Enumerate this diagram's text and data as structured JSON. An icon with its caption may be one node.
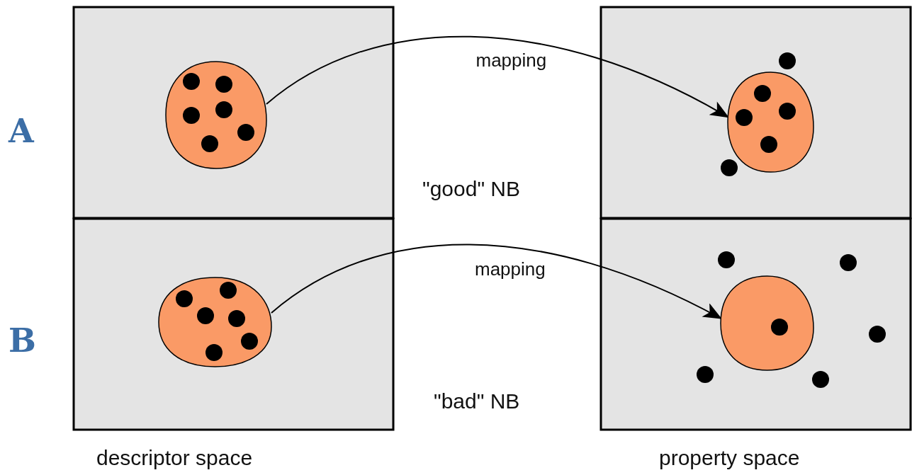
{
  "diagram": {
    "nodes": [
      {
        "text": [],
        "shape": "blob"
      },
      {
        "text": [],
        "shape": "blob"
      },
      {
        "text": [],
        "shape": "blob"
      },
      {
        "text": [],
        "shape": "blob"
      }
    ],
    "edges": [
      {
        "from": 0,
        "to": 1,
        "arrow": "to",
        "label": "mapping"
      },
      {
        "from": 2,
        "to": 3,
        "arrow": "to",
        "label": "mapping"
      }
    ],
    "labels": [
      "A",
      "\"good\" NB",
      "B",
      "\"bad\" NB",
      "descriptor space",
      "property space"
    ]
  }
}
